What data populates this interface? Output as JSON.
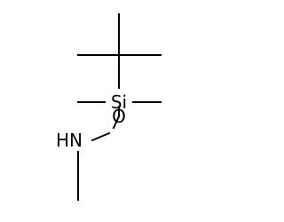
{
  "molecule": {
    "atoms": {
      "silicon": "Si",
      "oxygen": "O",
      "amine": "HN"
    },
    "bond_color": "#000000",
    "atom_color": "#000000",
    "background": "#ffffff"
  }
}
